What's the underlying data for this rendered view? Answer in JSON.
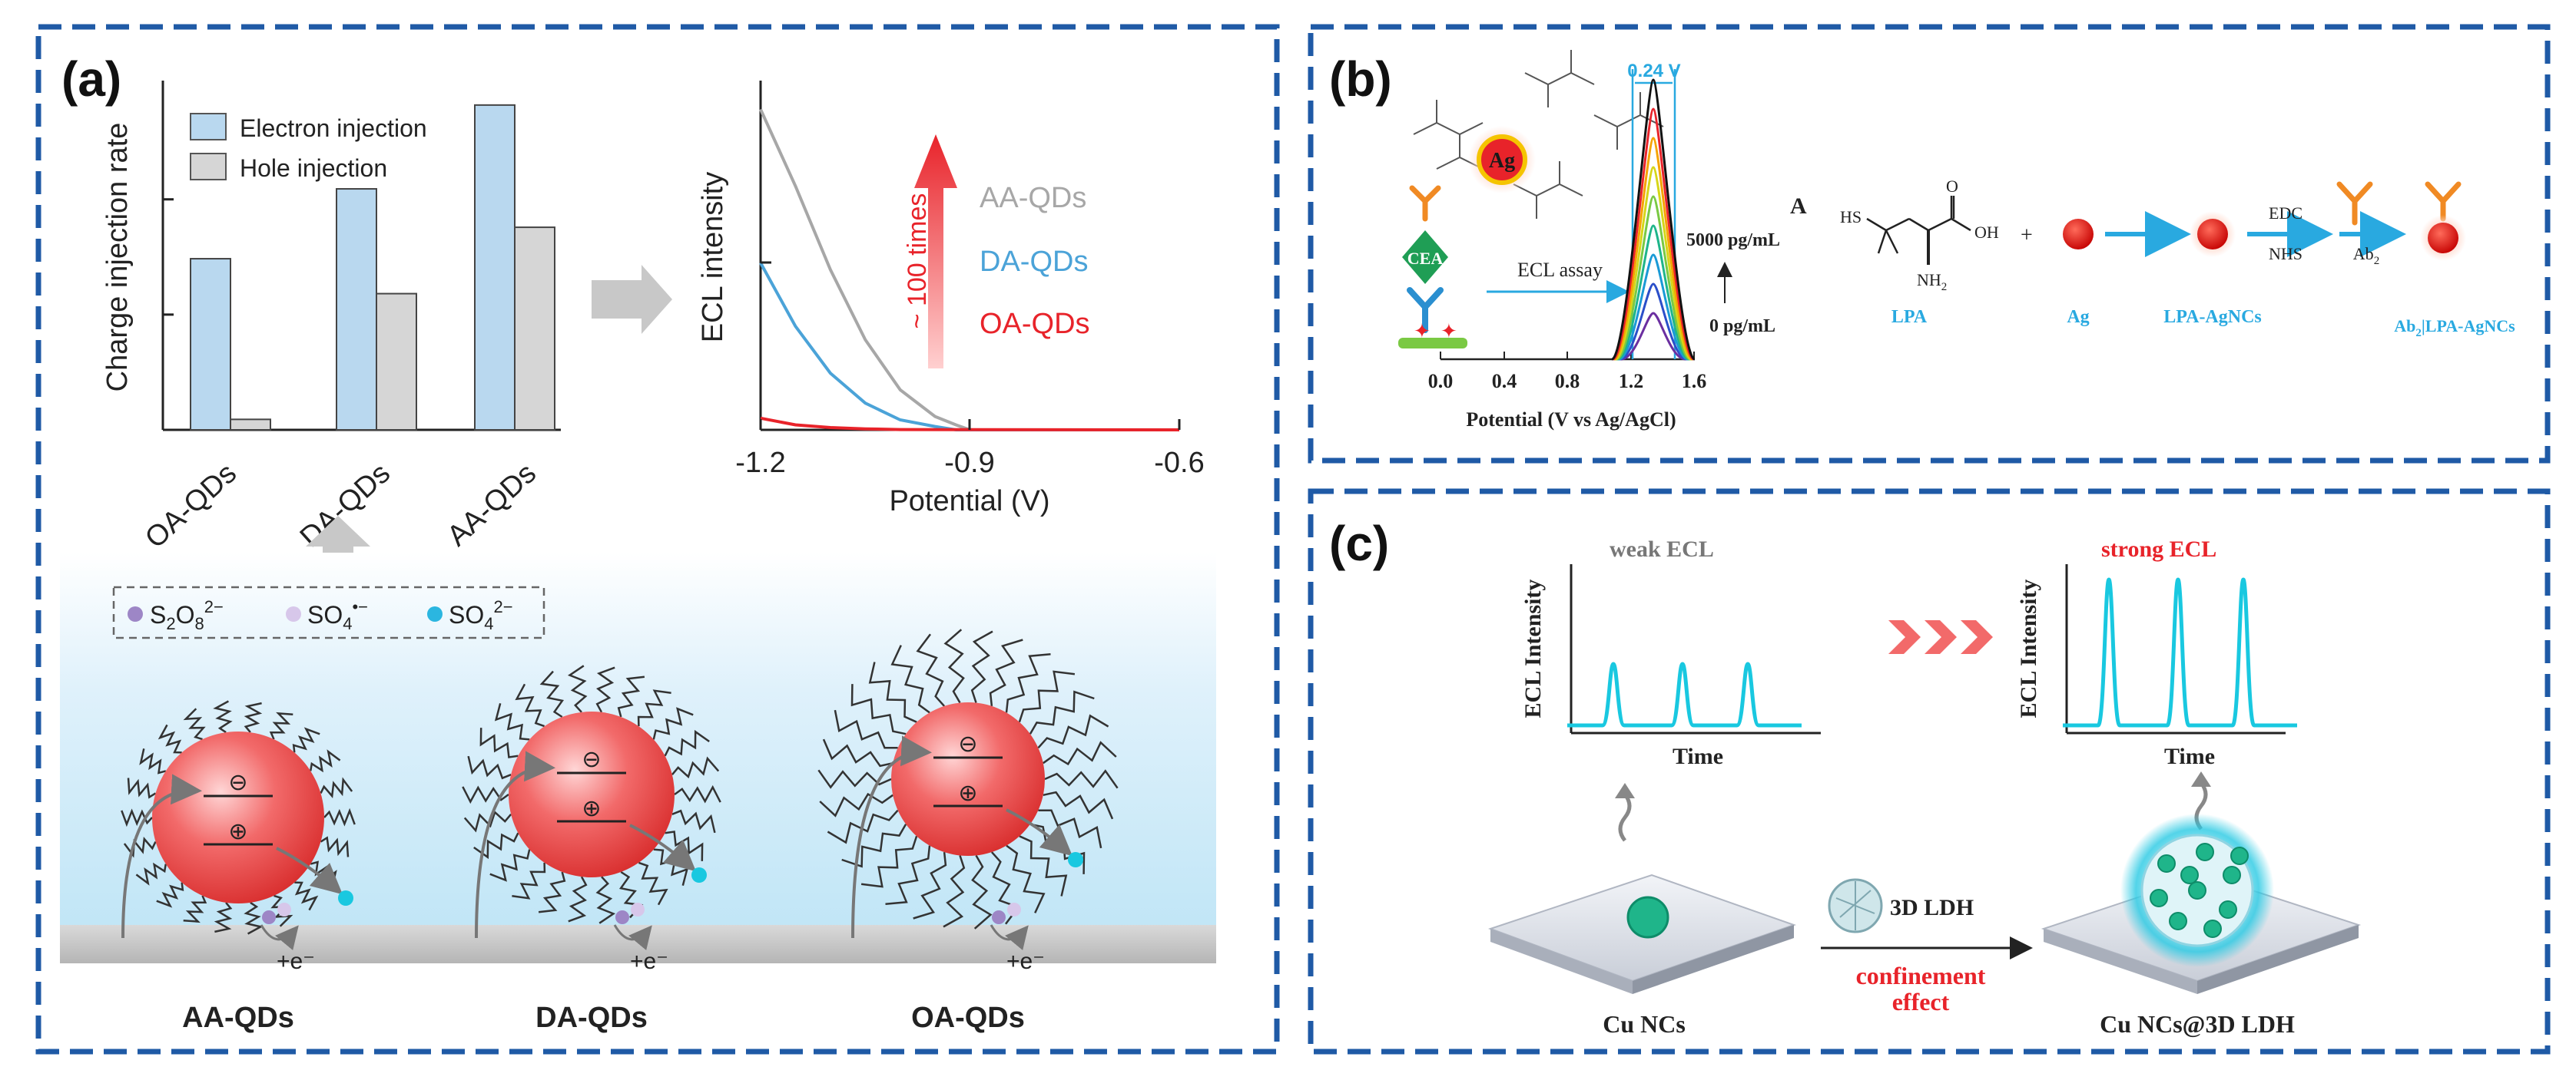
{
  "panel_a": {
    "label": "(a)",
    "bar_chart": {
      "ylabel": "Charge injection rate",
      "legend": [
        "Electron injection",
        "Hole injection"
      ],
      "categories": [
        "OA-QDs",
        "DA-QDs",
        "AA-QDs"
      ]
    },
    "line_chart": {
      "ylabel": "ECL intensity",
      "xlabel": "Potential (V)",
      "xticks": [
        "-1.2",
        "-0.9",
        "-0.6"
      ],
      "arrow_label": "~ 100 times",
      "series_labels": [
        "AA-QDs",
        "DA-QDs",
        "OA-QDs"
      ]
    },
    "species_legend": [
      "S2O8 2−",
      "SO4 •−",
      "SO4 2−"
    ],
    "qd_labels": [
      "AA-QDs",
      "DA-QDs",
      "OA-QDs"
    ],
    "charge_symbols": {
      "minus": "⊖",
      "plus": "⊕"
    },
    "electron_label": "+e⁻"
  },
  "panel_b": {
    "label": "(b)",
    "peak_label": "0.24 V",
    "conc_high": "5000 pg/mL",
    "conc_low": "0 pg/mL",
    "assay_label": "ECL assay",
    "antigen": "CEA",
    "ag_label": "Ag",
    "xlabel": "Potential (V vs Ag/AgCl)",
    "xticks": [
      "0.0",
      "0.4",
      "0.8",
      "1.2",
      "1.6"
    ],
    "scheme": {
      "letter": "A",
      "hs": "HS",
      "oh": "OH",
      "o": "O",
      "nh2": "NH",
      "nh2_sub": "2",
      "plus": "+",
      "lpa": "LPA",
      "ag": "Ag",
      "lpa_agncs": "LPA-AgNCs",
      "edc": "EDC",
      "nhs": "NHS",
      "ab2": "Ab",
      "ab2_sub": "2",
      "product": "Ab",
      "product_sub": "2",
      "product_rest": "|LPA-AgNCs"
    }
  },
  "panel_c": {
    "label": "(c)",
    "left_plot": {
      "title": "weak ECL",
      "ylabel": "ECL Intensity",
      "xlabel": "Time"
    },
    "right_plot": {
      "title": "strong ECL",
      "ylabel": "ECL Intensity",
      "xlabel": "Time"
    },
    "ldh_label": "3D LDH",
    "effect_label": "confinement effect",
    "left_caption": "Cu NCs",
    "right_caption": "Cu NCs@3D LDH"
  },
  "chart_data": [
    {
      "type": "bar",
      "ylabel": "Charge injection rate",
      "categories": [
        "OA-QDs",
        "DA-QDs",
        "AA-QDs"
      ],
      "series": [
        {
          "name": "Electron injection",
          "values": [
            0.49,
            0.69,
            0.93
          ]
        },
        {
          "name": "Hole injection",
          "values": [
            0.03,
            0.39,
            0.58
          ]
        }
      ],
      "ylim": [
        0,
        1.0
      ]
    },
    {
      "type": "line",
      "xlabel": "Potential (V)",
      "ylabel": "ECL intensity",
      "xlim": [
        -1.2,
        -0.6
      ],
      "ylim": [
        0,
        1.0
      ],
      "series": [
        {
          "name": "AA-QDs",
          "x": [
            -1.2,
            -1.15,
            -1.1,
            -1.05,
            -1.0,
            -0.95,
            -0.92,
            -0.9,
            -0.6
          ],
          "y": [
            0.96,
            0.73,
            0.48,
            0.27,
            0.12,
            0.04,
            0.015,
            0.0,
            0.0
          ]
        },
        {
          "name": "DA-QDs",
          "x": [
            -1.2,
            -1.15,
            -1.1,
            -1.05,
            -1.0,
            -0.95,
            -0.92,
            -0.9,
            -0.6
          ],
          "y": [
            0.5,
            0.31,
            0.17,
            0.08,
            0.03,
            0.01,
            0.0,
            0.0,
            0.0
          ]
        },
        {
          "name": "OA-QDs",
          "x": [
            -1.2,
            -1.15,
            -1.1,
            -1.05,
            -1.0,
            -0.6
          ],
          "y": [
            0.035,
            0.015,
            0.007,
            0.003,
            0.001,
            0.0
          ]
        }
      ]
    }
  ],
  "colors": {
    "frame": "#1f5aa6",
    "electron_bar": "#b9d8ef",
    "hole_bar": "#d6d6d6",
    "aa_curve": "#a7a7a7",
    "da_curve": "#4ba3d8",
    "oa_curve": "#e8232a",
    "accent_red": "#e8232a",
    "cyan": "#19c8e0"
  }
}
